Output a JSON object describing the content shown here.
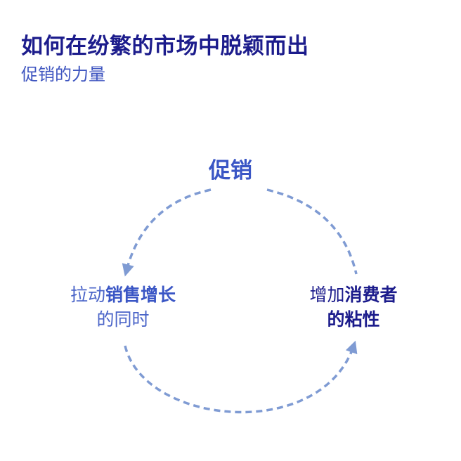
{
  "header": {
    "title": "如何在纷繁的市场中脱颖而出",
    "subtitle": "促销的力量"
  },
  "cycle": {
    "top": {
      "label": "促销"
    },
    "left": {
      "part1": "拉动",
      "part2": "销售增长",
      "line2": "的同时"
    },
    "right": {
      "part1": "增加",
      "part2": "消费者",
      "line2": "的粘性"
    }
  },
  "colors": {
    "title": "#1c1c8c",
    "subtitle": "#3f56c0",
    "arrow": "#7f9bd3",
    "accent": "#3a56c5"
  }
}
